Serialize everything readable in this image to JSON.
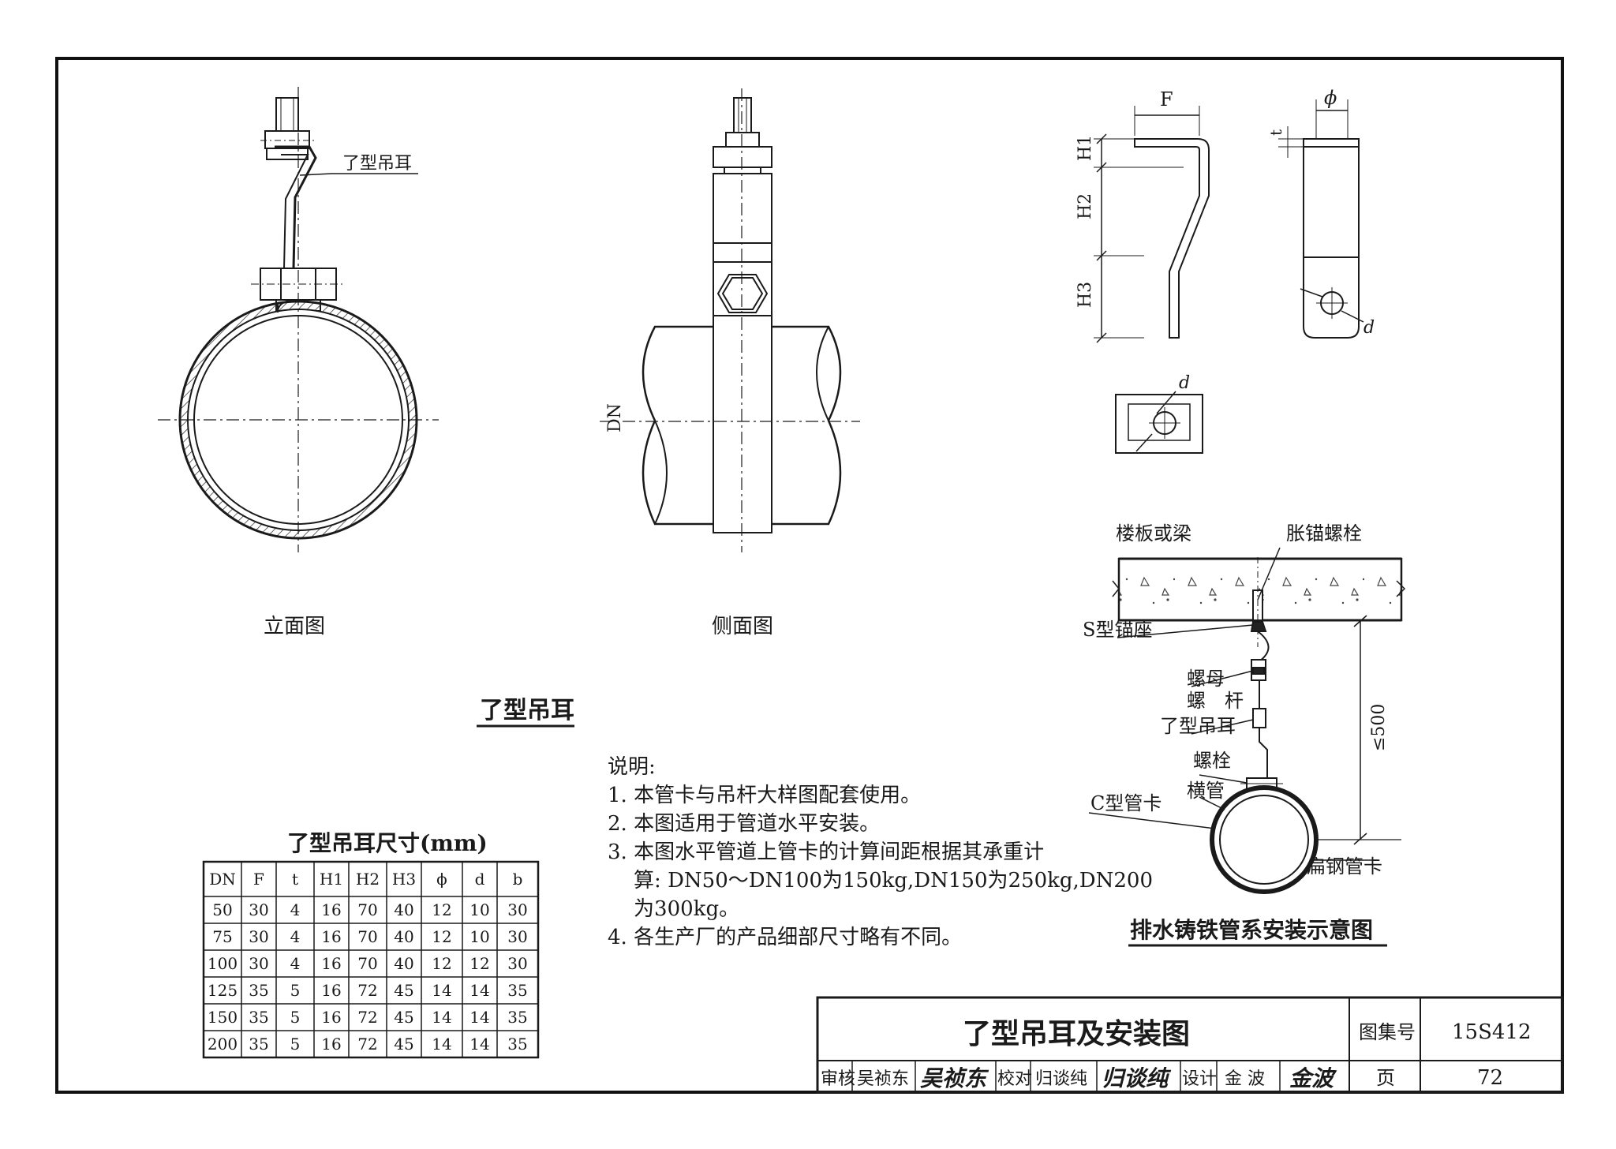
{
  "part_name": "了型吊耳",
  "views": {
    "elevation": "立面图",
    "side": "侧面图",
    "pipe_dim": "DN"
  },
  "detail_dims": {
    "F": "F",
    "phi": "ϕ",
    "t": "t",
    "H1": "H1",
    "H2": "H2",
    "H3": "H3",
    "d": "d",
    "d2": "d"
  },
  "table": {
    "title": "了型吊耳尺寸(mm)",
    "headers": [
      "DN",
      "F",
      "t",
      "H1",
      "H2",
      "H3",
      "ϕ",
      "d",
      "b"
    ],
    "rows": [
      [
        "50",
        "30",
        "4",
        "16",
        "70",
        "40",
        "12",
        "10",
        "30"
      ],
      [
        "75",
        "30",
        "4",
        "16",
        "70",
        "40",
        "12",
        "10",
        "30"
      ],
      [
        "100",
        "30",
        "4",
        "16",
        "70",
        "40",
        "12",
        "12",
        "30"
      ],
      [
        "125",
        "35",
        "5",
        "16",
        "72",
        "45",
        "14",
        "14",
        "35"
      ],
      [
        "150",
        "35",
        "5",
        "16",
        "72",
        "45",
        "14",
        "14",
        "35"
      ],
      [
        "200",
        "35",
        "5",
        "16",
        "72",
        "45",
        "14",
        "14",
        "35"
      ]
    ]
  },
  "notes": {
    "heading": "说明:",
    "lines": [
      "1.  本管卡与吊杆大样图配套使用。",
      "2.  本图适用于管道水平安装。",
      "3.  本图水平管道上管卡的计算间距根据其承重计",
      "    算: DN50～DN100为150kg,DN150为250kg,DN200",
      "    为300kg。",
      "4.  各生产厂的产品细部尺寸略有不同。"
    ]
  },
  "install": {
    "title": "排水铸铁管系安装示意图",
    "slab": "楼板或梁",
    "anchor_bolt": "胀锚螺栓",
    "s_seat": "S型锚座",
    "nut": "螺母",
    "rod": "螺　杆",
    "ear": "了型吊耳",
    "bolt": "螺栓",
    "pipe": "横管",
    "c_clamp": "C型管卡",
    "flat_clamp": "扁钢管卡",
    "spacing": "≤500"
  },
  "title_block": {
    "title": "了型吊耳及安装图",
    "atlas_label": "图集号",
    "atlas_no": "15S412",
    "review_label": "审核",
    "reviewer": "吴祯东",
    "reviewer_sig": "吴祯东",
    "check_label": "校对",
    "checker": "归谈纯",
    "checker_sig": "归谈纯",
    "design_label": "设计",
    "designer": "金 波",
    "designer_sig": "金波",
    "page_label": "页",
    "page_no": "72"
  }
}
